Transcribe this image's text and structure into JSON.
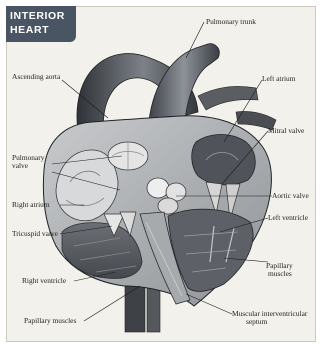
{
  "title": {
    "line1": "INTERIOR",
    "line2": "HEART"
  },
  "labels": {
    "pulmonary_trunk": "Pulmonary trunk",
    "ascending_aorta": "Ascending aorta",
    "left_atrium": "Left atrium",
    "mitral_valve": "Mitral valve",
    "pulmonary_valve_1": "Pulmonary",
    "pulmonary_valve_2": "valve",
    "aortic_valve": "Aortic valve",
    "right_atrium": "Right atrium",
    "left_ventricle": "Left ventricle",
    "tricuspid_valve": "Tricuspid valve",
    "papillary_muscles_right_1": "Papillary",
    "papillary_muscles_right_2": "muscles",
    "right_ventricle": "Right ventricle",
    "papillary_muscles_left": "Papillary muscles",
    "septum_1": "Muscular interventricular",
    "septum_2": "septum"
  }
}
